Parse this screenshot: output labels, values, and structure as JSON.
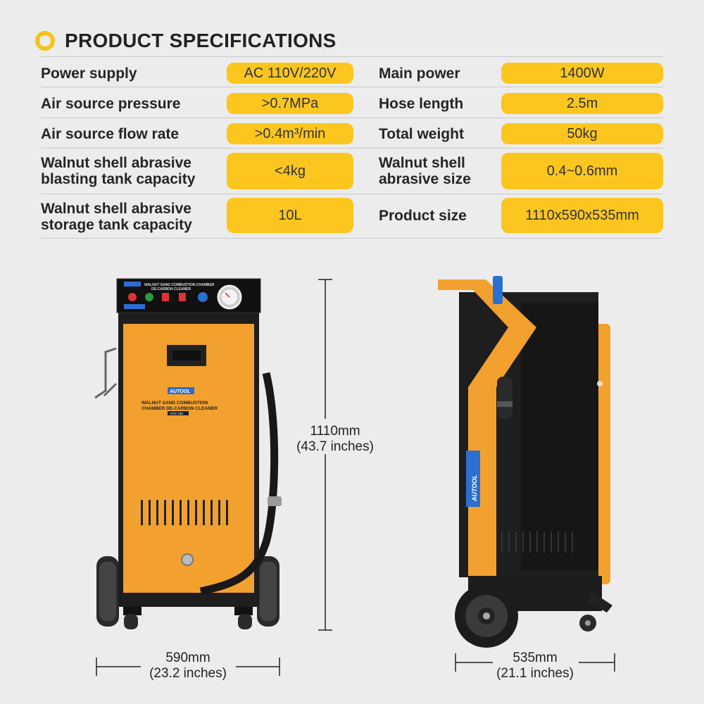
{
  "header": {
    "title": "PRODUCT SPECIFICATIONS"
  },
  "specs": [
    {
      "left_label": "Power supply",
      "left_value": "AC 110V/220V",
      "right_label": "Main power",
      "right_value": "1400W"
    },
    {
      "left_label": "Air source pressure",
      "left_value": ">0.7MPa",
      "right_label": "Hose length",
      "right_value": "2.5m"
    },
    {
      "left_label": "Air source flow rate",
      "left_value": ">0.4m³/min",
      "right_label": "Total weight",
      "right_value": "50kg"
    },
    {
      "left_label": "Walnut shell abrasive\nblasting tank capacity",
      "left_value": "<4kg",
      "right_label": "Walnut shell\nabrasive size",
      "right_value": "0.4~0.6mm"
    },
    {
      "left_label": "Walnut shell abrasive\nstorage tank capacity",
      "left_value": "10L",
      "right_label": "Product size",
      "right_value": "1110x590x535mm"
    }
  ],
  "product": {
    "brand": "AUTOOL",
    "front_label_line1": "WALNUT SAND COMBUSTION",
    "front_label_line2": "CHAMBER DE-CARBON CLEANER",
    "model": "HTS 728",
    "panel_title_line1": "WALNUT SAND COMBUSTION CHAMBER",
    "panel_title_line2": "DE-CARBON CLEANER"
  },
  "dimensions": {
    "height_line1": "1110mm",
    "height_line2": "(43.7 inches)",
    "width_line1": "590mm",
    "width_line2": "(23.2 inches)",
    "depth_line1": "535mm",
    "depth_line2": "(21.1 inches)"
  },
  "colors": {
    "accent": "#fcc61f",
    "body_orange": "#f2a12f",
    "frame_black": "#1e1e1e",
    "background": "#ececec"
  }
}
